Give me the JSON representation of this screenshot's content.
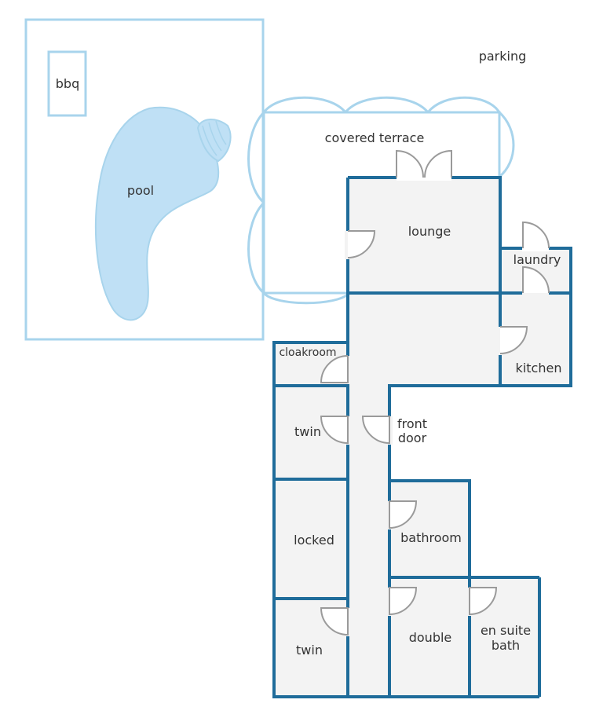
{
  "labels": {
    "bbq": "bbq",
    "pool": "pool",
    "parking": "parking",
    "covered_terrace": "covered terrace",
    "lounge": "lounge",
    "laundry": "laundry",
    "kitchen": "kitchen",
    "cloakroom": "cloakroom",
    "twin_top": "twin",
    "front_door_line1": "front",
    "front_door_line2": "door",
    "locked": "locked",
    "bathroom": "bathroom",
    "twin_bottom": "twin",
    "double": "double",
    "en_suite_line1": "en suite",
    "en_suite_line2": "bath"
  },
  "colors": {
    "wall": "#1f6c9a",
    "outdoor_outline": "#a8d4ec",
    "pool_fill": "#bfe0f5",
    "room_fill": "#f3f3f3"
  }
}
